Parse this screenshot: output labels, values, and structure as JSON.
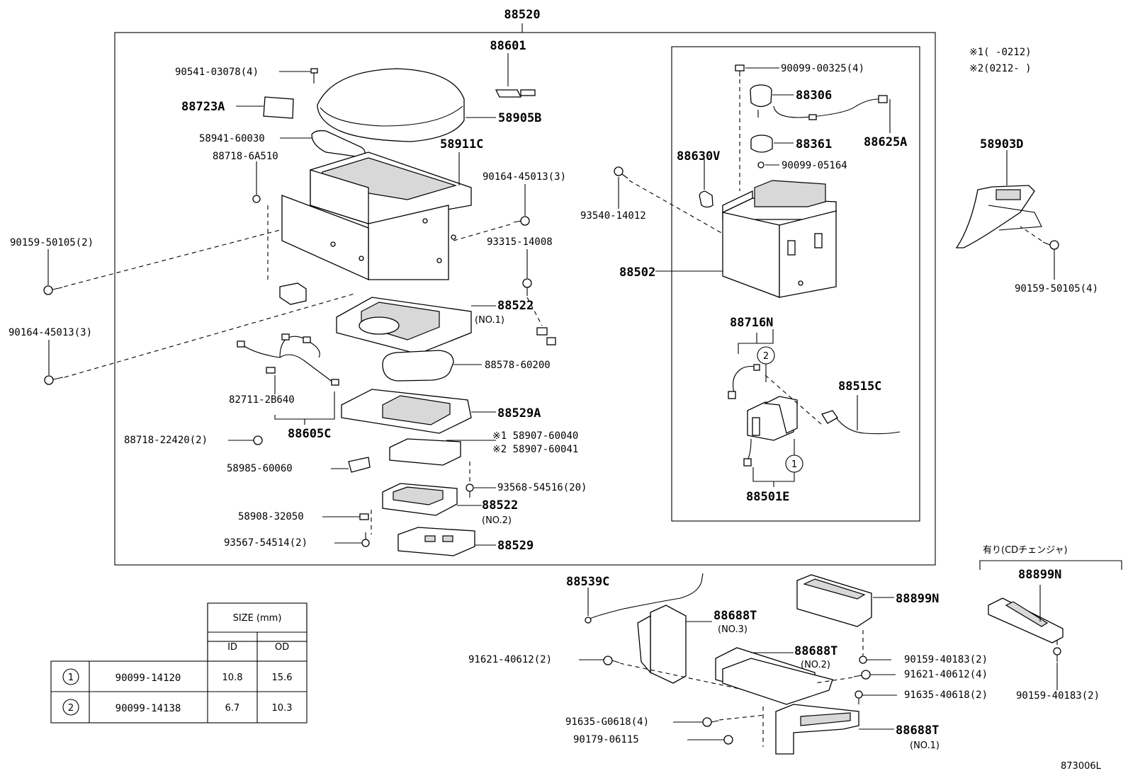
{
  "labels": {
    "assembly": "88520",
    "p88601": "88601",
    "p90541": "90541-03078(4)",
    "p88723A": "88723A",
    "p58905B": "58905B",
    "p58941": "58941-60030",
    "p58911C": "58911C",
    "p88718_6A510": "88718-6A510",
    "p90164_top": "90164-45013(3)",
    "p90159_left": "90159-50105(2)",
    "p93315": "93315-14008",
    "p90164_left": "90164-45013(3)",
    "p88522_no1": "88522",
    "p88522_no1_sub": "(NO.1)",
    "p88578": "88578-60200",
    "p82711": "82711-2B640",
    "p88529A": "88529A",
    "p88605C": "88605C",
    "p88718_22420": "88718-22420(2)",
    "p58907_1": "※1 58907-60040",
    "p58907_2": "※2 58907-60041",
    "p58985": "58985-60060",
    "p93568": "93568-54516(20)",
    "p88522_no2": "88522",
    "p88522_no2_sub": "(NO.2)",
    "p58908": "58908-32050",
    "p93567": "93567-54514(2)",
    "p88529": "88529",
    "p90099_00325": "90099-00325(4)",
    "p88306": "88306",
    "p88361": "88361",
    "p88625A": "88625A",
    "p90099_05164": "90099-05164",
    "p88630V": "88630V",
    "p93540": "93540-14012",
    "p88502": "88502",
    "p88716N": "88716N",
    "p88515C": "88515C",
    "p88501E": "88501E",
    "p58903D": "58903D",
    "p90159_right": "90159-50105(4)",
    "note1": "※1(    -0212)",
    "note2": "※2(0212-    )",
    "cd_title": "有り(CDチェンジャ)",
    "p88899N_right": "88899N",
    "p90159_40183_right": "90159-40183(2)",
    "p88539C": "88539C",
    "p88688T_no3": "88688T",
    "p88688T_no3_sub": "(NO.3)",
    "p88899N": "88899N",
    "p91621_left": "91621-40612(2)",
    "p88688T_no2": "88688T",
    "p88688T_no2_sub": "(NO.2)",
    "p90159_40183": "90159-40183(2)",
    "p91621_right": "91621-40612(4)",
    "p91635_40618": "91635-40618(2)",
    "p91635_G0618": "91635-G0618(4)",
    "p90179": "90179-06115",
    "p88688T_no1": "88688T",
    "p88688T_no1_sub": "(NO.1)",
    "diagram_id": "873006L"
  },
  "table": {
    "header_size": "SIZE (mm)",
    "header_id": "ID",
    "header_od": "OD",
    "rows": [
      {
        "mark": "1",
        "part": "90099-14120",
        "id": "10.8",
        "od": "15.6"
      },
      {
        "mark": "2",
        "part": "90099-14138",
        "id": "6.7",
        "od": "10.3"
      }
    ]
  },
  "callouts": {
    "c1": "1",
    "c2": "2"
  }
}
